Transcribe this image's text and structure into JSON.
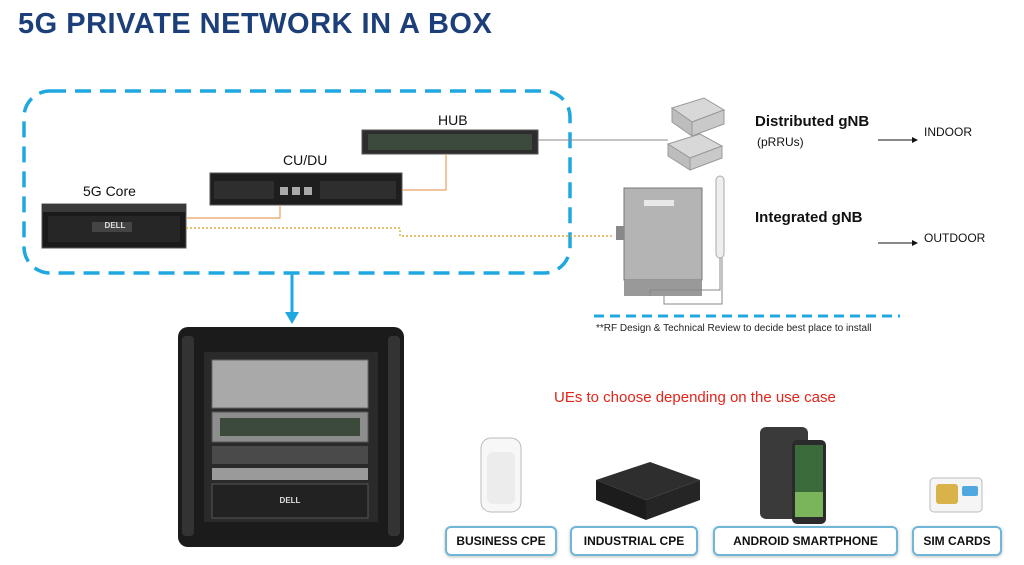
{
  "title": "5G PRIVATE NETWORK IN A BOX",
  "components": {
    "core": "5G Core",
    "cudu": "CU/DU",
    "hub": "HUB"
  },
  "gnb": {
    "distributed": "Distributed gNB",
    "distributed_sub": "(pRRUs)",
    "indoor": "INDOOR",
    "integrated": "Integrated gNB",
    "outdoor": "OUTDOOR"
  },
  "note": "**RF Design & Technical Review to decide best place to install",
  "ues_heading": "UEs to choose depending on the use case",
  "ue_buttons": [
    "BUSINESS CPE",
    "INDUSTRIAL CPE",
    "ANDROID SMARTPHONE",
    "SIM CARDS"
  ],
  "logo_text": "DELL",
  "colors": {
    "title": "#1c3f7a",
    "dashed_border": "#1fa8e0",
    "ue_heading": "#e2231a",
    "button_border": "#6fb6d9",
    "link_orange": "#e8a060",
    "link_dotted": "#d4a017"
  }
}
